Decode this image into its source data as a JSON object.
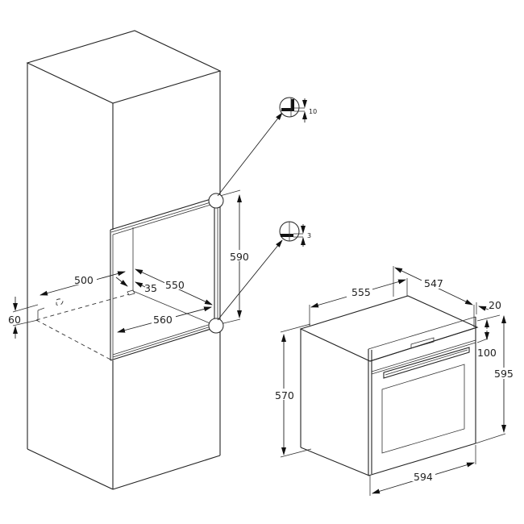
{
  "diagram": {
    "type": "built-in oven installation dimensions",
    "units": "mm",
    "colors": {
      "line": "#222222",
      "background": "#ffffff"
    },
    "cabinet": {
      "description": "tall housing cabinet with oven niche",
      "dimensions": {
        "niche_height": "590",
        "niche_width_inner": "560",
        "niche_depth": "550",
        "front_setback": "35",
        "rear_opening_depth": "500",
        "rear_opening_height": "60"
      }
    },
    "details": [
      {
        "position": "top",
        "value": "10"
      },
      {
        "position": "bottom",
        "value": "3"
      }
    ],
    "oven": {
      "description": "built-in oven",
      "dimensions": {
        "body_width": "555",
        "body_depth": "547",
        "front_panel_thickness": "20",
        "control_panel_height": "100",
        "total_height": "595",
        "body_height": "570",
        "front_width": "594"
      }
    }
  }
}
